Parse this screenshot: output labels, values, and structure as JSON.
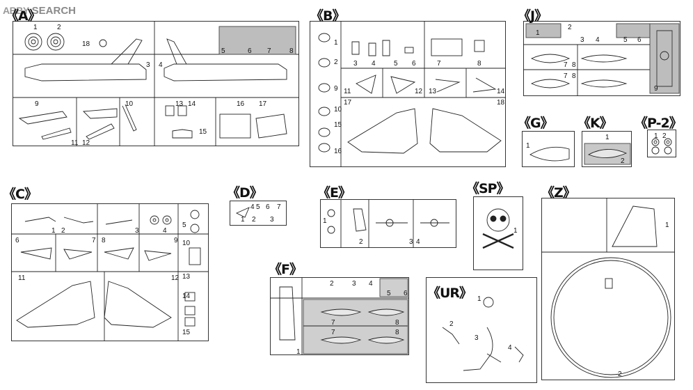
{
  "site": {
    "logo_text": "ABBY",
    "name": "SEARCH"
  },
  "labels": {
    "A": "《A》",
    "B": "《B》",
    "J": "《J》",
    "G": "《G》",
    "K": "《K》",
    "P2": "《P-2》",
    "C": "《C》",
    "D": "《D》",
    "E": "《E》",
    "SP": "《SP》",
    "Z": "《Z》",
    "F": "《F》",
    "UR": "《UR》"
  },
  "sprue_A": [
    "1",
    "2",
    "3",
    "4",
    "5",
    "6",
    "7",
    "8",
    "9",
    "10",
    "11",
    "12",
    "13",
    "14",
    "15",
    "16",
    "17",
    "18"
  ],
  "sprue_B": [
    "1",
    "2",
    "3",
    "4",
    "5",
    "6",
    "7",
    "8",
    "9",
    "10",
    "11",
    "12",
    "13",
    "14",
    "15",
    "16",
    "17",
    "18"
  ],
  "sprue_J": [
    "1",
    "2",
    "3",
    "4",
    "5",
    "6",
    "7",
    "8",
    "7",
    "8",
    "9"
  ],
  "sprue_G": [
    "1"
  ],
  "sprue_K": [
    "1",
    "2"
  ],
  "sprue_P2": [
    "1",
    "2"
  ],
  "sprue_C": [
    "1",
    "2",
    "3",
    "4",
    "5",
    "6",
    "7",
    "8",
    "9",
    "10",
    "11",
    "12",
    "13",
    "14",
    "15"
  ],
  "sprue_D": [
    "4",
    "5",
    "6",
    "7",
    "1",
    "2",
    "3"
  ],
  "sprue_E": [
    "1",
    "2",
    "3",
    "4"
  ],
  "sprue_SP": [
    "1"
  ],
  "sprue_Z": [
    "1",
    "2"
  ],
  "sprue_F": [
    "1",
    "2",
    "3",
    "4",
    "5",
    "6",
    "7",
    "8",
    "7",
    "8"
  ],
  "sprue_UR": [
    "1",
    "2",
    "3",
    "4"
  ]
}
